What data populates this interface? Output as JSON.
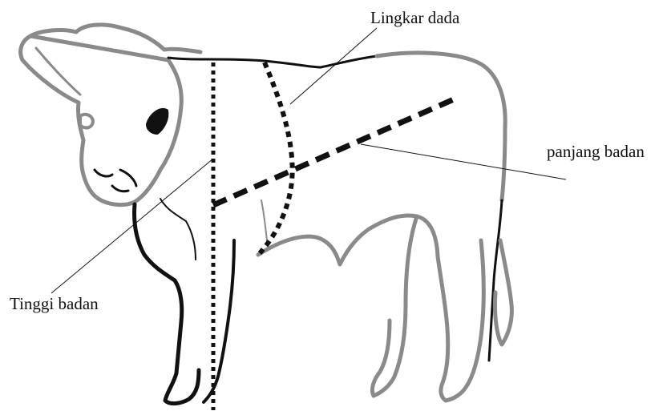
{
  "labels": {
    "chest_girth": "Lingkar dada",
    "body_length": "panjang badan",
    "body_height": "Tinggi badan"
  },
  "colors": {
    "outline_dark": "#111111",
    "outline_gray": "#8a8a8a",
    "measure": "#111111",
    "background": "#ffffff"
  },
  "icons": {
    "subject": "calf-outline"
  }
}
